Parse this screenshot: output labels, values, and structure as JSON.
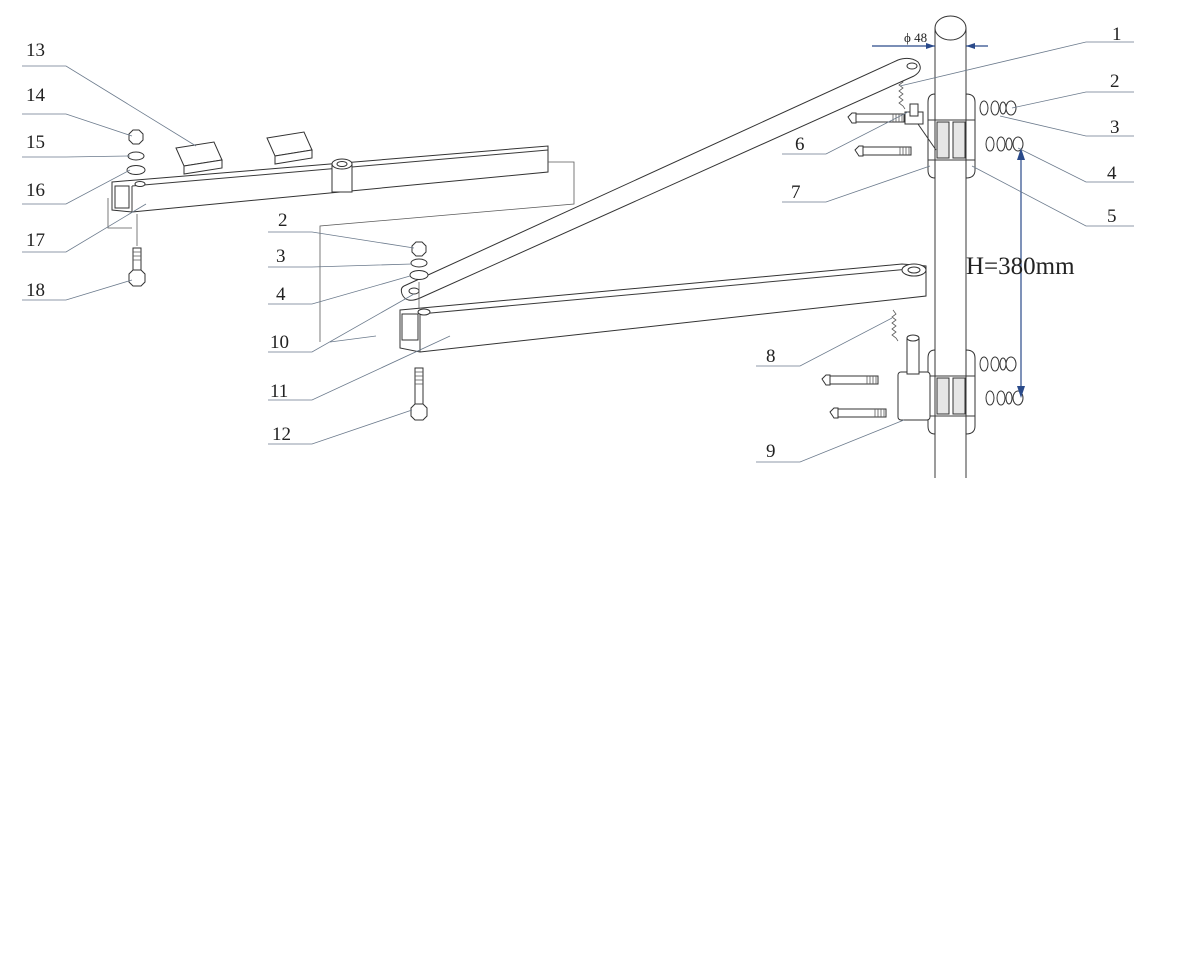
{
  "diagram": {
    "dimension_height": "H=380mm",
    "dimension_diameter": "ϕ 48",
    "labels": {
      "p1": "1",
      "p2": "2",
      "p3": "3",
      "p4": "4",
      "p5": "5",
      "p6": "6",
      "p7": "7",
      "p8": "8",
      "p9": "9",
      "p10": "10",
      "p11": "11",
      "p12": "12",
      "p13": "13",
      "p14": "14",
      "p15": "15",
      "p16": "16",
      "p17": "17",
      "p18": "18",
      "p2b": "2",
      "p3b": "3",
      "p4b": "4"
    }
  },
  "colors": {
    "dimension": "#2a4a8a",
    "line": "#333333",
    "leader": "#6b7a8c"
  }
}
